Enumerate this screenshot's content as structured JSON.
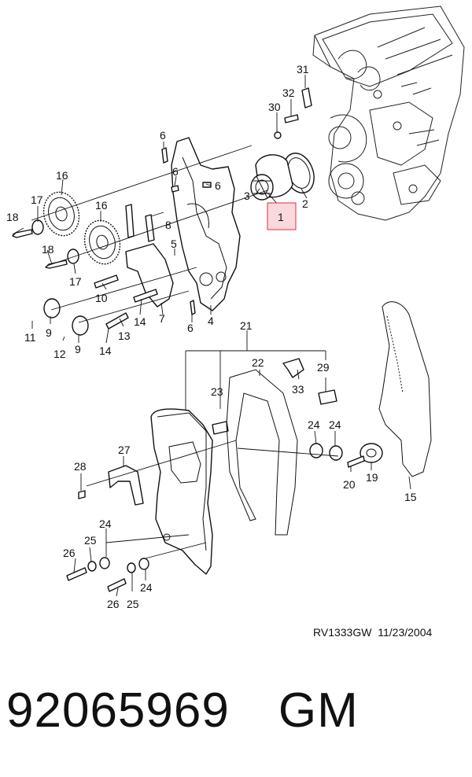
{
  "callouts": {
    "c1": "1",
    "c2": "2",
    "c3": "3",
    "c4": "4",
    "c5": "5",
    "c6": "6",
    "c7": "7",
    "c8": "8",
    "c9": "9",
    "c10": "10",
    "c11": "11",
    "c12": "12",
    "c13": "13",
    "c14": "14",
    "c15": "15",
    "c16": "16",
    "c17": "17",
    "c18": "18",
    "c19": "19",
    "c20": "20",
    "c21": "21",
    "c22": "22",
    "c23": "23",
    "c24": "24",
    "c25": "25",
    "c26": "26",
    "c27": "27",
    "c28": "28",
    "c29": "29",
    "c30": "30",
    "c31": "31",
    "c32": "32",
    "c33": "33"
  },
  "highlighted_callout": "1",
  "highlight_color": "#d9303e",
  "footer": {
    "doc_code": "RV1333GW",
    "doc_date": "11/23/2004",
    "part_number": "92065969",
    "brand": "GM"
  }
}
